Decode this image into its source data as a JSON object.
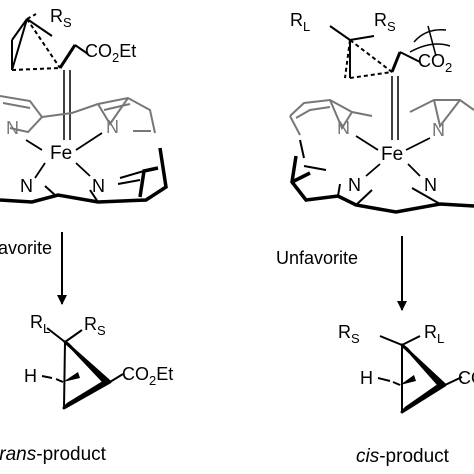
{
  "left_panel": {
    "group_rs": "R",
    "group_rs_sub": "S",
    "ester": "CO",
    "ester_sub": "2",
    "ester_tail": "Et",
    "atom_n1": "N",
    "atom_n2": "N",
    "atom_n3": "N",
    "atom_n4": "N",
    "metal": "Fe",
    "pathway": "avorite",
    "product_rl": "R",
    "product_rl_sub": "L",
    "product_rs": "R",
    "product_rs_sub": "S",
    "product_h": "H",
    "product_ester": "CO",
    "product_ester_sub": "2",
    "product_ester_tail": "Et",
    "product_prefix": "trans",
    "product_suffix": "-product"
  },
  "right_panel": {
    "group_rl": "R",
    "group_rl_sub": "L",
    "group_rs": "R",
    "group_rs_sub": "S",
    "ester": "CO",
    "ester_sub": "2",
    "atom_n1": "N",
    "atom_n2": "N",
    "atom_n3": "N",
    "atom_n4": "N",
    "metal": "Fe",
    "pathway": "Unfavorite",
    "product_rs": "R",
    "product_rs_sub": "S",
    "product_rl": "R",
    "product_rl_sub": "L",
    "product_h": "H",
    "product_ester": "CO",
    "product_prefix": "cis",
    "product_suffix": "-product"
  },
  "colors": {
    "ink": "#000000",
    "porphyrin_back": "#777777"
  }
}
